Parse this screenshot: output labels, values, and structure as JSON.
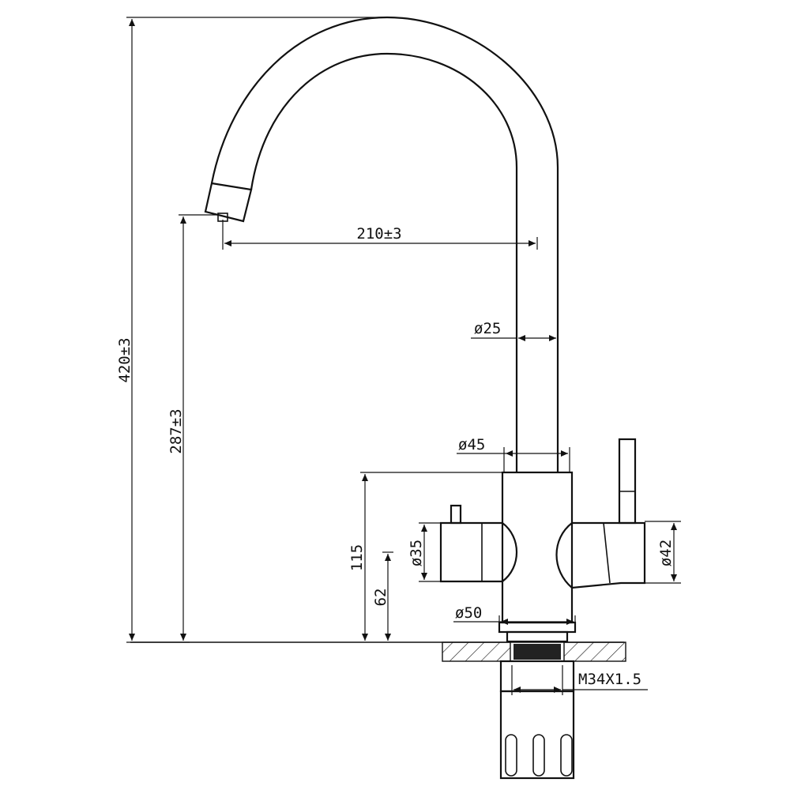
{
  "dimensions": {
    "total_height": "420±3",
    "spout_height": "287±3",
    "spout_reach": "210±3",
    "spout_diameter": "ø25",
    "body_diameter_top": "ø45",
    "left_handle_diameter": "ø35",
    "right_handle_diameter": "ø42",
    "body_height": "115",
    "handle_height": "62",
    "base_diameter": "ø50",
    "thread": "M34X1.5"
  }
}
